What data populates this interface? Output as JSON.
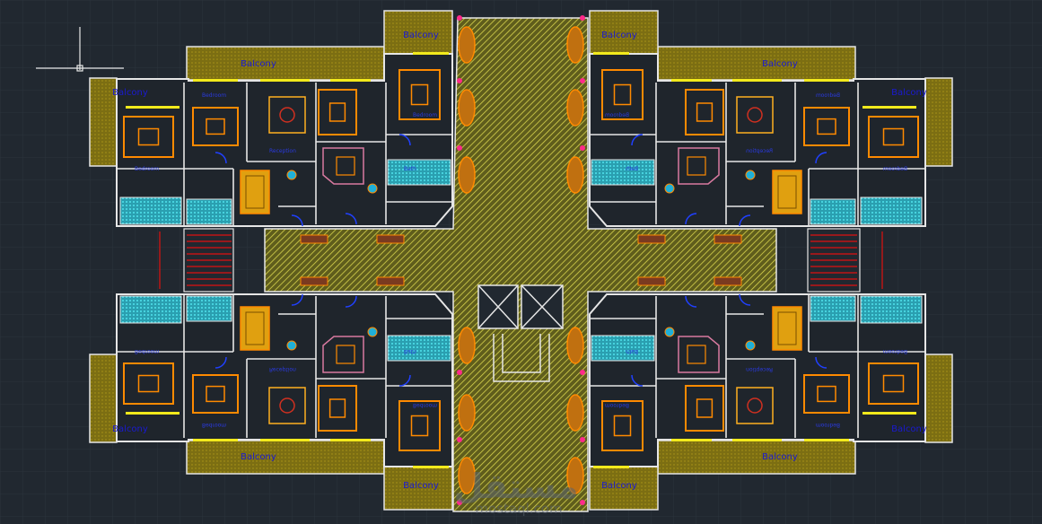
{
  "colors": {
    "background": "#212830",
    "grid": "#2a323b",
    "wall": "#e6e6e6",
    "balcony_fill": "#8a7a16",
    "hatch": "#c8c64a",
    "furniture": "#ff8a00",
    "bathroom": "#33bcc8",
    "label": "#1a1ad0",
    "stair": "#e01010",
    "window": "#f2ea1c"
  },
  "labels": {
    "balcony": "Balcony",
    "watermark_arabic": "مستقل",
    "watermark_latin": "mostaql.com"
  },
  "icons": {
    "ucs": "ucs-crosshair-icon",
    "elevator": "elevator-cross-icon",
    "stairs": "stair-icon"
  }
}
